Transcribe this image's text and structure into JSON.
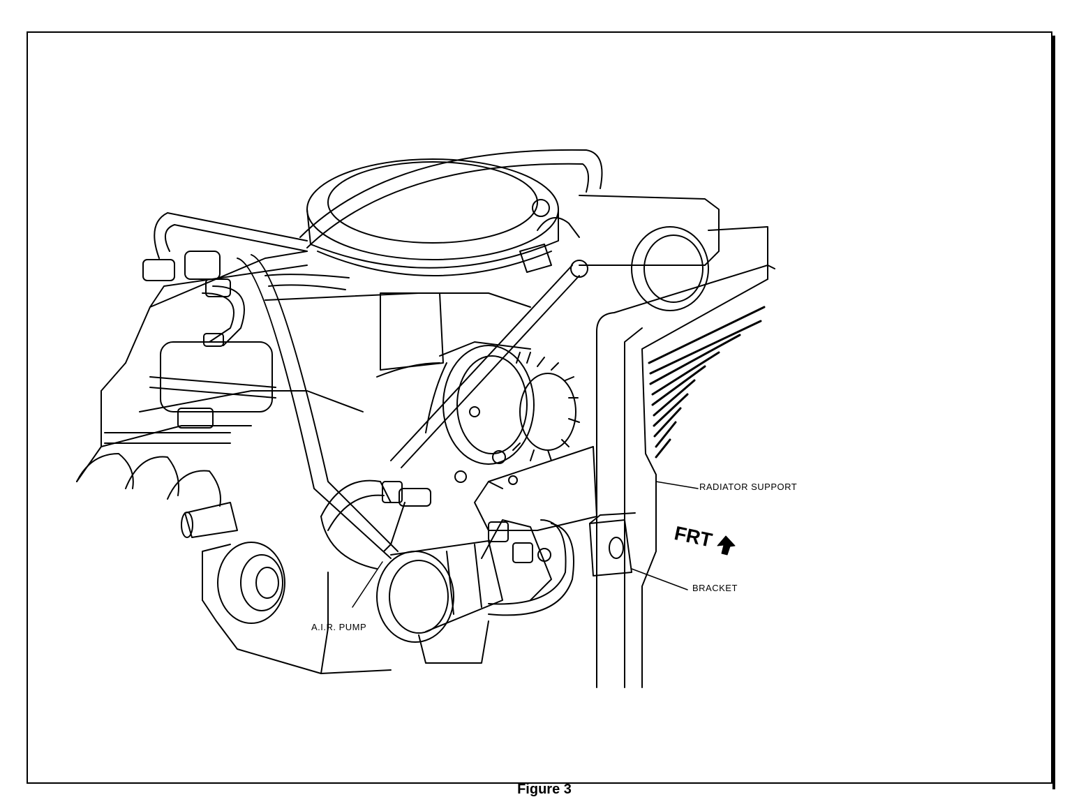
{
  "figure": {
    "caption": "Figure 3",
    "labels": {
      "radiator_support": "RADIATOR SUPPORT",
      "bracket": "BRACKET",
      "air_pump": "A.I.R. PUMP",
      "frt": "FRT"
    },
    "colors": {
      "ink": "#000000",
      "paper": "#ffffff"
    }
  }
}
